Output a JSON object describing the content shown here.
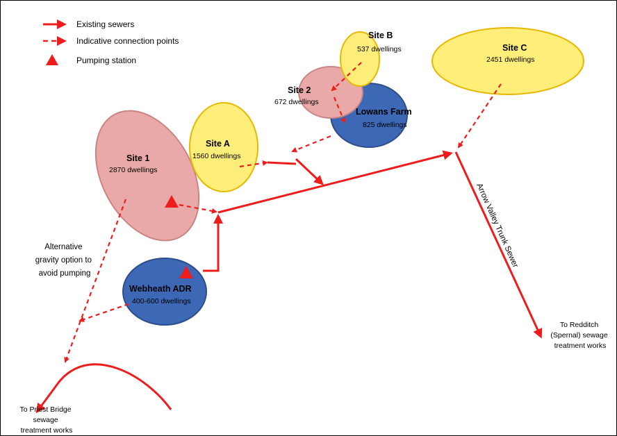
{
  "colors": {
    "sewer_red": "#ee1c1c",
    "yellow_fill": "#ffef7a",
    "yellow_stroke": "#e8b800",
    "pink_fill": "#e9a9a8",
    "pink_stroke": "#c98584",
    "blue_fill": "#3d68b5",
    "blue_stroke": "#2d4e8a"
  },
  "legend": {
    "existing_sewers": "Existing sewers",
    "connection_points": "Indicative connection points",
    "pumping_station": "Pumping station"
  },
  "sites": {
    "site_b": {
      "name": "Site B",
      "dwellings": "537 dwellings"
    },
    "site_c": {
      "name": "Site C",
      "dwellings": "2451 dwellings"
    },
    "site_2": {
      "name": "Site 2",
      "dwellings": "672 dwellings"
    },
    "lowans_farm": {
      "name": "Lowans Farm",
      "dwellings": "825 dwellings"
    },
    "site_a": {
      "name": "Site A",
      "dwellings": "1560 dwellings"
    },
    "site_1": {
      "name": "Site 1",
      "dwellings": "2870 dwellings"
    },
    "webheath": {
      "name": "Webheath ADR",
      "dwellings": "400-600 dwellings"
    }
  },
  "notes": {
    "alternative": [
      "Alternative",
      "gravity option to",
      "avoid pumping"
    ],
    "trunk_sewer": "Arrow Valley Trunk Sewer",
    "redditch": [
      "To Redditch",
      "(Spernal) sewage",
      "treatment works"
    ],
    "priest_bridge": [
      "To Priest Bridge",
      "sewage",
      "treatment works"
    ]
  }
}
